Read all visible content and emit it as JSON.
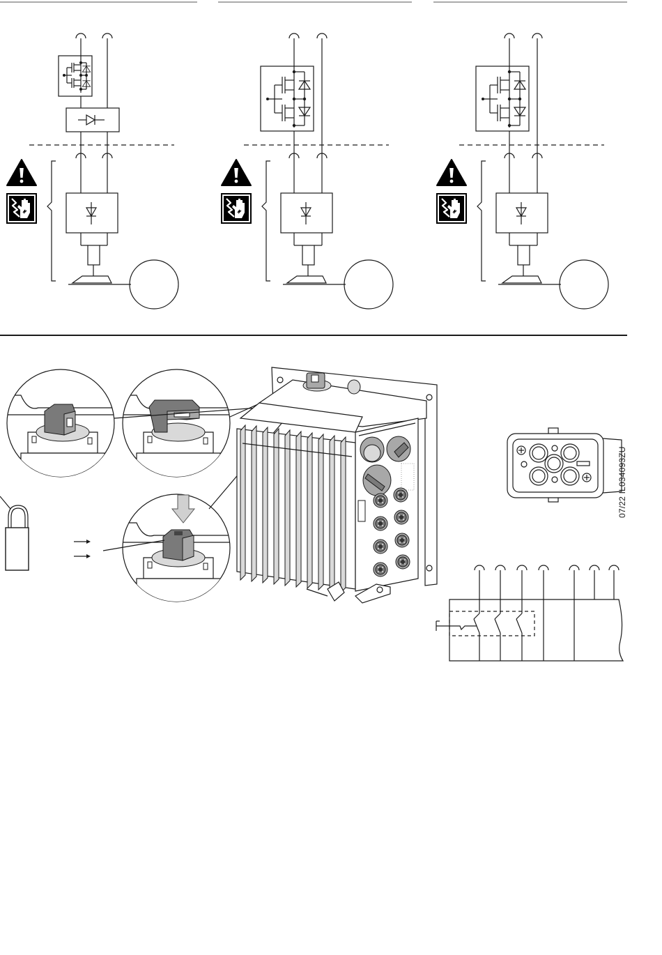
{
  "document": {
    "code": "07/22 IL034093ZU"
  },
  "panels": {
    "top": [
      {
        "name": "circuit-option-1"
      },
      {
        "name": "circuit-option-2"
      },
      {
        "name": "circuit-option-3"
      }
    ],
    "bottom": [
      "switch-detail-views",
      "drive-unit-isometric",
      "connector-face",
      "connector-wiring"
    ]
  },
  "icons": [
    "warning-triangle-icon",
    "electric-shock-hand-icon",
    "padlock-icon",
    "arrow-down-icon"
  ],
  "colors": {
    "line": "#1a1a1a",
    "warning_fill": "#000000",
    "switch_grey": "#7a7a7a"
  }
}
